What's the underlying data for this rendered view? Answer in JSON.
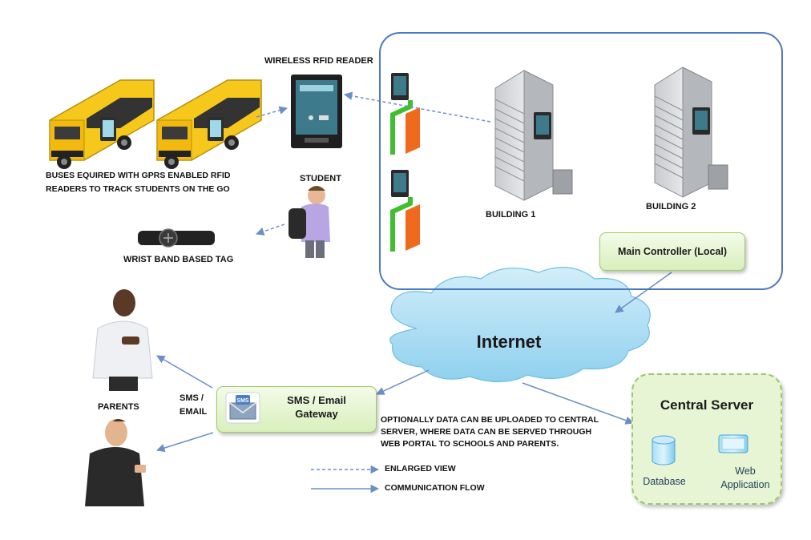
{
  "labels": {
    "wireless_rfid_reader": "WIRELESS RFID READER",
    "buses_line1": "BUSES EQUIRED WITH GPRS ENABLED RFID",
    "buses_line2": "READERS TO TRACK STUDENTS ON THE GO",
    "student": "STUDENT",
    "wrist_band": "WRIST BAND BASED TAG",
    "building1": "BUILDING 1",
    "building2": "BUILDING 2",
    "parents": "PARENTS",
    "sms_email_line1": "SMS /",
    "sms_email_line2": "EMAIL",
    "internet": "Internet"
  },
  "boxes": {
    "main_controller": "Main Controller (Local)",
    "gateway_line1": "SMS / Email",
    "gateway_line2": "Gateway",
    "gateway_icon_text": "SMS",
    "central_server": "Central Server",
    "database": "Database",
    "web_line1": "Web",
    "web_line2": "Application"
  },
  "note": {
    "line1": "OPTIONALLY DATA CAN BE UPLOADED TO CENTRAL",
    "line2": "SERVER, WHERE DATA CAN BE SERVED THROUGH",
    "line3": "WEB PORTAL TO SCHOOLS AND PARENTS."
  },
  "legend": {
    "enlarged_view": "ENLARGED VIEW",
    "communication_flow": "COMMUNICATION FLOW"
  },
  "colors": {
    "arrow": "#6c8fc7",
    "campus_border": "#4a79c0",
    "bus_yellow": "#f6c81c",
    "gate_green": "#3fbf2e",
    "gate_orange": "#f06a1e",
    "cloud": "#a7ddf3",
    "box_green": "#d8efbc"
  }
}
